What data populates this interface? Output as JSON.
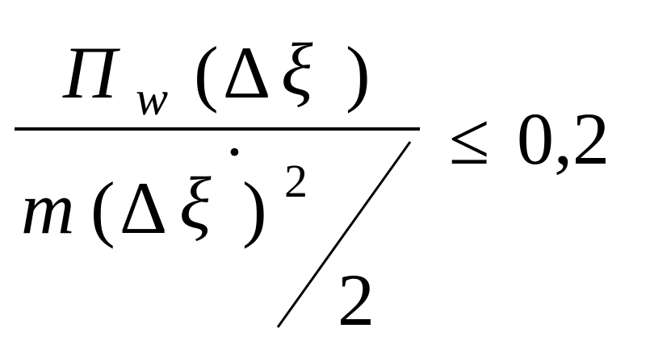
{
  "formula": {
    "numerator": {
      "symbol": "Π",
      "subscript": "w",
      "left_paren": "(",
      "delta": "Δ",
      "variable": "ξ",
      "right_paren": ")"
    },
    "denominator": {
      "mass": "m",
      "left_paren": "(",
      "delta": "Δ",
      "variable": "ξ",
      "dot": "˙",
      "right_paren": ")",
      "exponent": "2",
      "divisor": "2"
    },
    "relation": "≤",
    "value": "0,2"
  }
}
